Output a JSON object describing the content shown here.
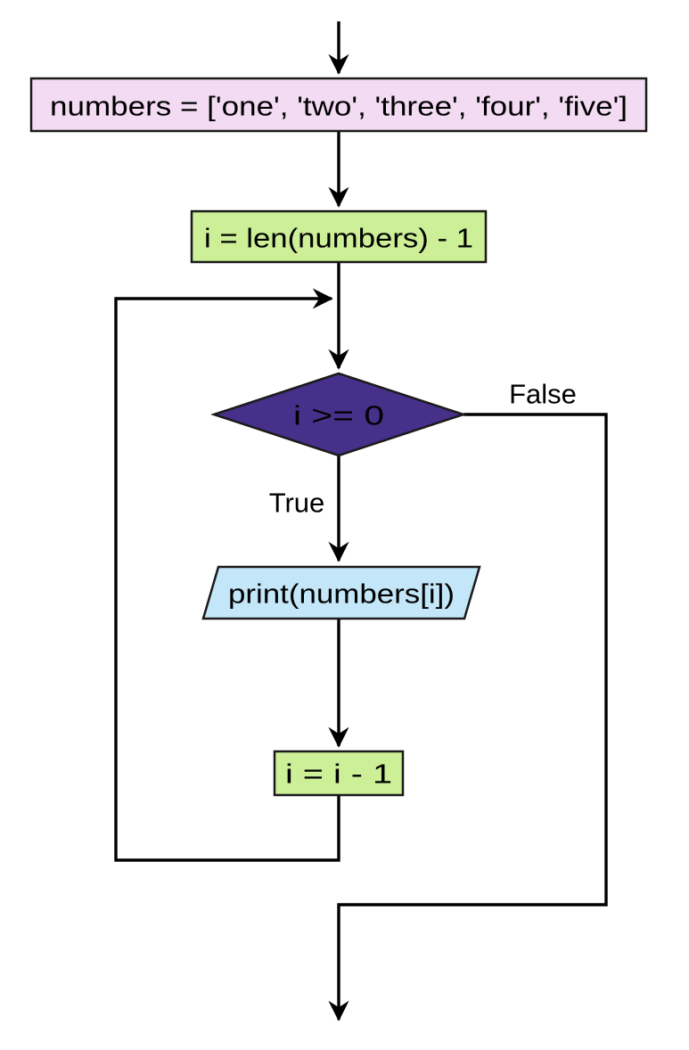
{
  "flowchart": {
    "nodes": {
      "init": {
        "shape": "process-rectangle",
        "text": "numbers = ['one', 'two', 'three', 'four', 'five']",
        "fill": "#f3dcf3"
      },
      "set_index": {
        "shape": "process-rectangle",
        "text": "i = len(numbers) - 1",
        "fill": "#cdef97"
      },
      "condition": {
        "shape": "decision-diamond",
        "text": "i >= 0",
        "fill": "#46308a",
        "text_color": "#ffffff"
      },
      "print": {
        "shape": "io-parallelogram",
        "text": "print(numbers[i])",
        "fill": "#c3e7f9"
      },
      "decrement": {
        "shape": "process-rectangle",
        "text": "i = i - 1",
        "fill": "#cdef97"
      }
    },
    "edge_labels": {
      "true_branch": "True",
      "false_branch": "False"
    },
    "line_color": "#000000"
  }
}
